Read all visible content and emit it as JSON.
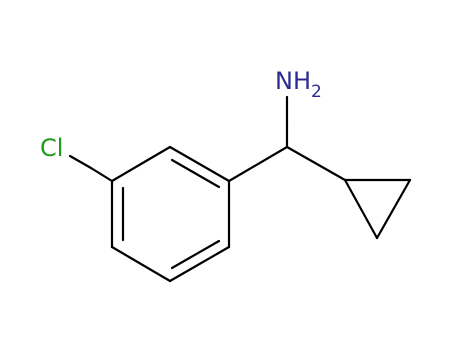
{
  "molecule": {
    "atoms": {
      "n": {
        "element": "N",
        "h": "H",
        "sub": "2"
      },
      "cl": {
        "element": "Cl"
      }
    },
    "colors": {
      "bond": "#000000",
      "nitrogen": "#2b2b8f",
      "chlorine": "#1f9a1f",
      "background": "#ffffff"
    }
  }
}
